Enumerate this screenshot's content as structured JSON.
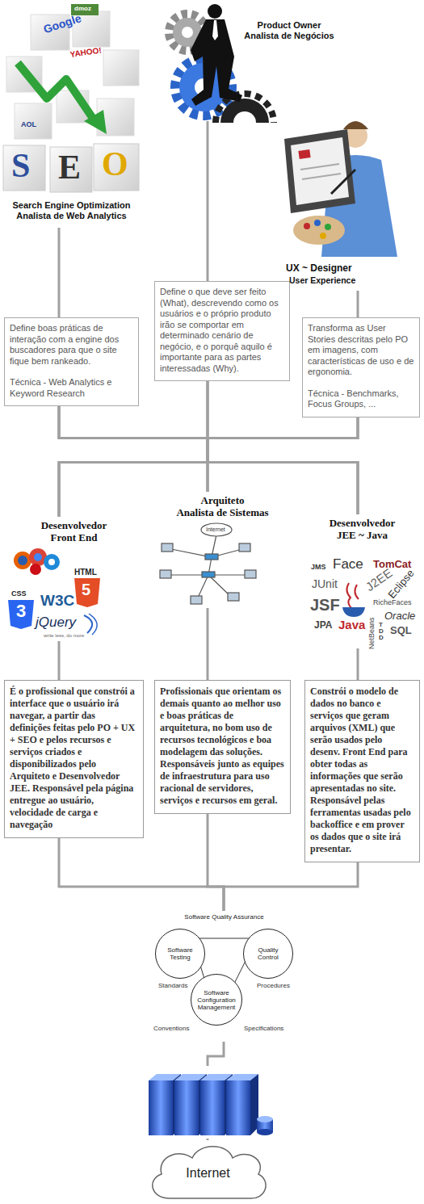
{
  "diagram": {
    "nodes": [
      {
        "text": [
          "Search Engine Optimization Analista de Web Analytics",
          "Define boas práticas de interação com a engine dos buscadores para que o site fique bem rankeado.",
          "Técnica - Web Analytics e Keyword Research"
        ]
      },
      {
        "text": [
          "Product Owner Analista de Negócios",
          "Define o que deve ser feito (What), descrevendo como os usuários e o próprio produto irão se comportar em determinado cenário de negócio, e o porquê aquilo é importante para as partes interessadas (Why)."
        ]
      },
      {
        "text": [
          "UX ~ Designer",
          "User Experience",
          "Transforma as User Stories descritas pelo PO em imagens, com características de uso e de ergonomia.",
          "Técnica - Benchmarks, Focus Groups, ..."
        ]
      },
      {
        "text": [
          "Desenvolvedor Front End",
          "É o profissional que constrói a interface que o usuário irá navegar, a partir das definições feitas pelo PO + UX + SEO e pelos recursos e serviços criados e disponibilizados pelo Arquiteto e Desenvolvedor JEE. Responsável pela página entregue ao usuário, velocidade de carga e navegação"
        ]
      },
      {
        "text": [
          "Arquiteto",
          "Analista de Sistemas",
          "Profissionais que orientam os demais quanto ao melhor uso e boas práticas de arquitetura, no bom uso de recursos tecnológicos e boa modelagem das soluções. Responsáveis junto as equipes de infraestrutura para uso racional de servidores, serviços e recursos em geral."
        ]
      },
      {
        "text": [
          "Desenvolvedor JEE ~ Java",
          "Constrói o modelo de dados no banco e serviços que geram arquivos (XML) que serão usados pelo desenv. Front End para obter todas as informações que serão apresentadas no site. Responsável pelas ferramentas usadas pelo backoffice e em prover os dados que o site irá presentar."
        ]
      },
      {
        "text": [
          "Software Quality Assurance"
        ]
      },
      {
        "text": [
          "Software Testing"
        ],
        "in": 6
      },
      {
        "text": [
          "Quality Control"
        ],
        "in": 6
      },
      {
        "text": [
          "Software Configuration Management"
        ],
        "in": 6
      },
      {
        "text": [
          "Internet"
        ]
      }
    ],
    "edges": [
      {
        "from": 0,
        "to": 3,
        "arrow": "none"
      },
      {
        "from": 0,
        "to": 4,
        "arrow": "none"
      },
      {
        "from": 0,
        "to": 5,
        "arrow": "none"
      },
      {
        "from": 1,
        "to": 3,
        "arrow": "none"
      },
      {
        "from": 1,
        "to": 4,
        "arrow": "none"
      },
      {
        "from": 1,
        "to": 5,
        "arrow": "none"
      },
      {
        "from": 2,
        "to": 3,
        "arrow": "none"
      },
      {
        "from": 2,
        "to": 4,
        "arrow": "none"
      },
      {
        "from": 2,
        "to": 5,
        "arrow": "none"
      },
      {
        "from": 3,
        "to": 6,
        "arrow": "none"
      },
      {
        "from": 4,
        "to": 6,
        "arrow": "none"
      },
      {
        "from": 5,
        "to": 6,
        "arrow": "none"
      },
      {
        "from": 6,
        "to": 10,
        "arrow": "none"
      }
    ],
    "labels": [
      "dmoz",
      "Google",
      "YAHOO!",
      "AOL",
      "S",
      "E",
      "O",
      "Internet",
      "HTML",
      "5",
      "CSS",
      "3",
      "W3C",
      "jQuery",
      "write less, do more",
      "JMS",
      "Face",
      "TomCat",
      "JUnit",
      "J2EE",
      "Eclipse",
      "JSF",
      "RicheFaces",
      "Oracle",
      "JPA",
      "Java",
      "NetBeans",
      "TDD",
      "SQL",
      "Standards",
      "Procedures",
      "Conventions",
      "Specifications"
    ]
  }
}
